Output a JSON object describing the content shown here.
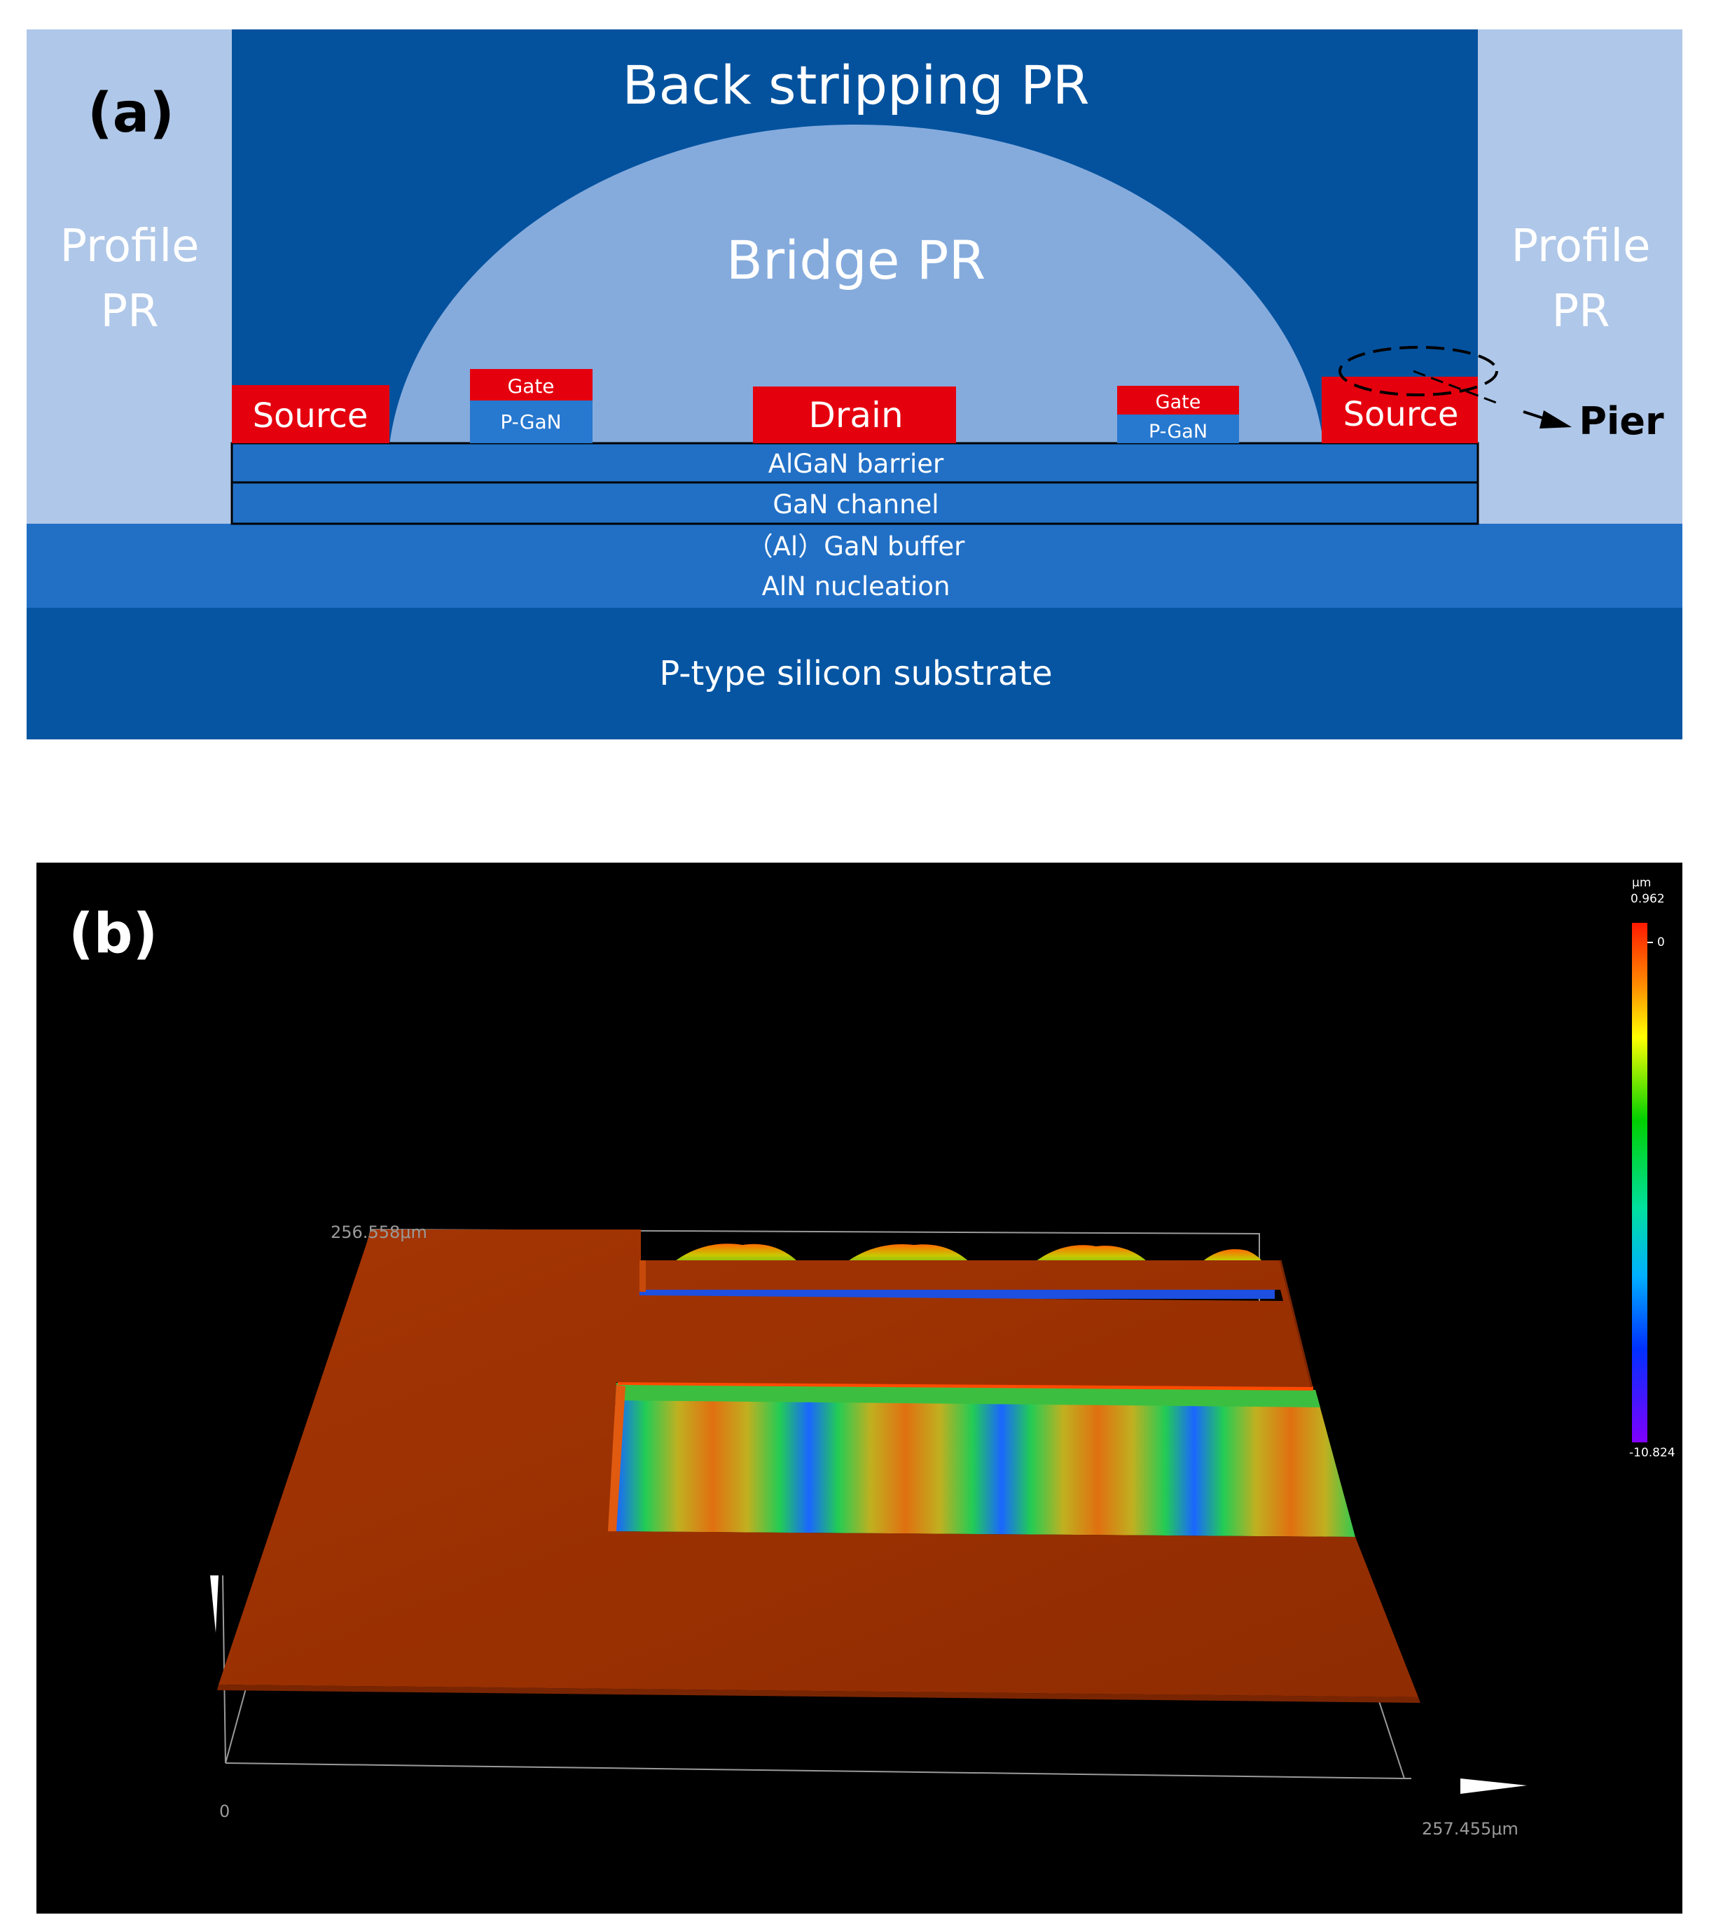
{
  "panel_a": {
    "label": "(a)",
    "back_stripping_pr": "Back stripping PR",
    "bridge_pr": "Bridge PR",
    "profile_pr_left": [
      "Profile",
      "PR"
    ],
    "profile_pr_right": [
      "Profile",
      "PR"
    ],
    "source_left": "Source",
    "source_right": "Source",
    "drain": "Drain",
    "gate_left": "Gate",
    "pgan_left": "P-GaN",
    "gate_right": "Gate",
    "pgan_right": "P-GaN",
    "pier": "Pier",
    "algan_barrier": "AlGaN barrier",
    "gan_channel": "GaN channel",
    "algan_buffer": "（Al）GaN buffer",
    "aln_nucleation": "AlN nucleation",
    "substrate": "P-type silicon substrate"
  },
  "panel_b": {
    "label": "(b)",
    "y_extent": "256.558μm",
    "origin": "0",
    "x_extent": "257.455μm",
    "colorbar": {
      "unit": "μm",
      "max": "0.962",
      "zero": "0",
      "min": "-10.824"
    }
  },
  "colors": {
    "profile_pr": "#afc7e8",
    "back_stripping": "#04529e",
    "bridge": "#85abdd",
    "metal": "#e5000e",
    "pgan": "#2778cf",
    "epi": "#2270c6",
    "substrate": "#0555a3",
    "surface": "#9d3103"
  }
}
